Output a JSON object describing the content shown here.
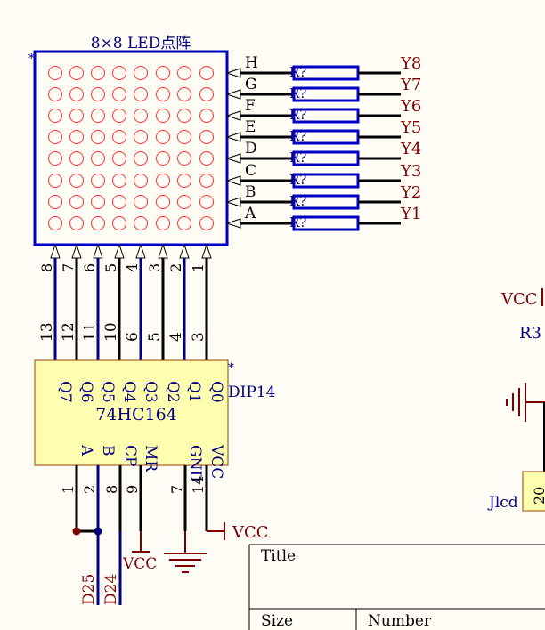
{
  "matrix": {
    "title": "8×8 LED点阵",
    "ref_mark": "*",
    "row_pins": [
      "H",
      "G",
      "F",
      "E",
      "D",
      "C",
      "B",
      "A"
    ],
    "col_pins": [
      "8",
      "7",
      "6",
      "5",
      "4",
      "3",
      "2",
      "1"
    ],
    "rows": 8,
    "cols": 8
  },
  "resistors": {
    "label": "R?",
    "nets": [
      "Y8",
      "Y7",
      "Y6",
      "Y5",
      "Y4",
      "Y3",
      "Y2",
      "Y1"
    ]
  },
  "ic": {
    "name": "74HC164",
    "package": "DIP14",
    "ref_mark": "*",
    "top_pin_numbers": [
      "13",
      "12",
      "11",
      "10",
      "6",
      "5",
      "4",
      "3"
    ],
    "top_pin_names": [
      "Q7",
      "Q6",
      "Q5",
      "Q4",
      "Q3",
      "Q2",
      "Q1",
      "Q0"
    ],
    "bottom_pin_names": [
      "A",
      "B",
      "CP",
      "MR",
      "GND",
      "VCC"
    ],
    "bottom_pin_numbers": [
      "1",
      "2",
      "8",
      "9",
      "7",
      "14"
    ]
  },
  "power": {
    "vcc_right": "VCC",
    "vcc_bottom": "VCC",
    "vcc_far_right": "VCC"
  },
  "nets": {
    "d25": "D25",
    "d24": "D24"
  },
  "right_partial": {
    "r3": "R3",
    "jlcd": "Jlcd",
    "pin20": "20"
  },
  "title_block": {
    "title_label": "Title",
    "size_label": "Size",
    "number_label": "Number"
  },
  "colors": {
    "blue": "#0000c8",
    "red_led": "#ff3030",
    "dark_red": "#800000",
    "navy_text": "#000080",
    "ic_fill": "#fffdb0",
    "ic_border": "#a04000",
    "wire": "#000000"
  }
}
